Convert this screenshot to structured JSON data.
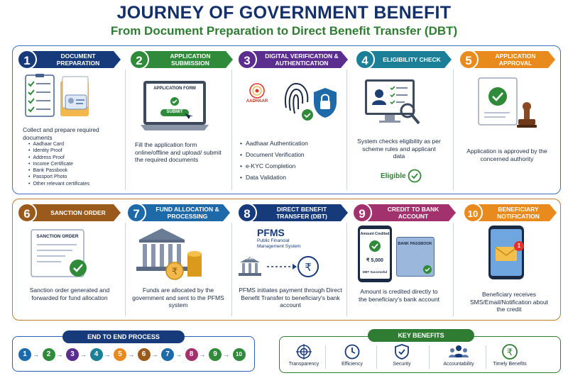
{
  "header": {
    "title": "JOURNEY OF GOVERNMENT BENEFIT",
    "subtitle": "From Document Preparation to Direct Benefit Transfer (DBT)"
  },
  "steps": [
    {
      "num": "1",
      "title": "DOCUMENT PREPARATION",
      "color": "#163a7a",
      "desc": "Collect and prepare required documents",
      "items": [
        "Aadhaar Card",
        "Identity Proof",
        "Address Proof",
        "Income Certificate",
        "Bank Passbook",
        "Passport Photo",
        "Other relevant certificates"
      ]
    },
    {
      "num": "2",
      "title": "APPLICATION SUBMISSION",
      "color": "#2f8a3a",
      "form_label": "APPLICATION FORM",
      "submit_label": "SUBMIT",
      "desc": "Fill the application form online/offline and upload/ submit the required documents"
    },
    {
      "num": "3",
      "title": "DIGITAL VERIFICATION & AUTHENTICATION",
      "color": "#5b2d8e",
      "aadhaar_label": "AADHAAR",
      "items": [
        "Aadhaar Authentication",
        "Document Verification",
        "e-KYC Completion",
        "Data Validation"
      ]
    },
    {
      "num": "4",
      "title": "ELIGIBILITY CHECK",
      "color": "#1b7f98",
      "desc": "System checks eligibility as per scheme rules and applicant data",
      "status": "Eligible"
    },
    {
      "num": "5",
      "title": "APPLICATION APPROVAL",
      "color": "#e98a1e",
      "desc": "Application is approved by the concerned authority"
    },
    {
      "num": "6",
      "title": "SANCTION ORDER",
      "color": "#9a5a1c",
      "doc_label": "SANCTION ORDER",
      "desc": "Sanction order generated and forwarded for fund allocation"
    },
    {
      "num": "7",
      "title": "FUND ALLOCATION & PROCESSING",
      "color": "#1e6aa8",
      "desc": "Funds are allocated by the government and sent to the PFMS system"
    },
    {
      "num": "8",
      "title": "DIRECT BENEFIT TRANSFER (DBT)",
      "color": "#163a7a",
      "pfms_title": "PFMS",
      "pfms_sub": "Public Financial Management System",
      "bank_label": "BANK",
      "desc": "PFMS initiates payment through Direct Benefit Transfer to beneficiary's bank account"
    },
    {
      "num": "9",
      "title": "CREDIT TO BANK ACCOUNT",
      "color": "#a1326e",
      "phone_top": "Amount Credited",
      "phone_amount": "₹ 5,000",
      "phone_status": "DBT Successful",
      "passbook_label": "BANK PASSBOOK",
      "desc": "Amount is credited directly to the beneficiary's bank account"
    },
    {
      "num": "10",
      "title": "BENEFICIARY NOTIFICATION",
      "color": "#e98a1e",
      "badge": "1",
      "desc": "Beneficiary receives SMS/Email/Notification about the credit"
    }
  ],
  "process": {
    "label": "END TO END PROCESS",
    "chain": [
      "1",
      "2",
      "3",
      "4",
      "5",
      "6",
      "7",
      "8",
      "9",
      "10"
    ],
    "colors": [
      "#1e6aa8",
      "#2f8a3a",
      "#5b2d8e",
      "#1b7f98",
      "#e98a1e",
      "#9a5a1c",
      "#1e6aa8",
      "#a1326e",
      "#2f8a3a",
      "#2f8a3a"
    ]
  },
  "benefits": {
    "label": "KEY BENEFITS",
    "items": [
      {
        "label": "Transparency",
        "icon": "target-icon"
      },
      {
        "label": "Efficiency",
        "icon": "clock-icon"
      },
      {
        "label": "Security",
        "icon": "shield-check-icon"
      },
      {
        "label": "Accountability",
        "icon": "people-icon"
      },
      {
        "label": "Timely Benefits",
        "icon": "rupee-coin-icon"
      }
    ]
  },
  "colors": {
    "navy": "#14306b",
    "green": "#2f7d32",
    "row1_border": "#3b6ec0",
    "row2_border": "#c07a2a"
  }
}
